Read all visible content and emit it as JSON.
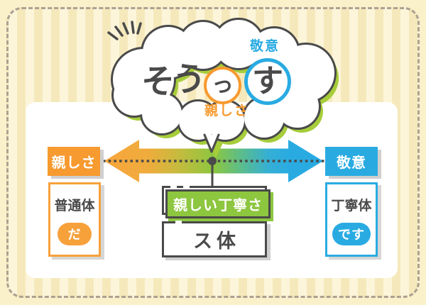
{
  "cloud": {
    "word": "そうっす",
    "chars": {
      "c1": "そ",
      "c2": "う",
      "c3": "っ",
      "c4": "す"
    },
    "keii_label": "敬意",
    "shitashisa_label": "親しさ"
  },
  "spectrum": {
    "left_label": "親しさ",
    "right_label": "敬意"
  },
  "plain_form": {
    "name": "普通体",
    "example": "だ"
  },
  "polite_form": {
    "name": "丁寧体",
    "example": "です"
  },
  "su_form": {
    "tag": "親しい丁寧さ",
    "name": "ス体"
  },
  "colors": {
    "orange": "#F79A2F",
    "blue": "#29ABE2",
    "green": "#8DC63F",
    "dark_gray": "#4A4A4A",
    "cloud_shadow_green": "#A6CD3A",
    "stripe_light": "#FCF5DA",
    "stripe_dark": "#F5E9BC",
    "outer_background": "#FAF0CA",
    "dashed_border": "#ADA191"
  }
}
